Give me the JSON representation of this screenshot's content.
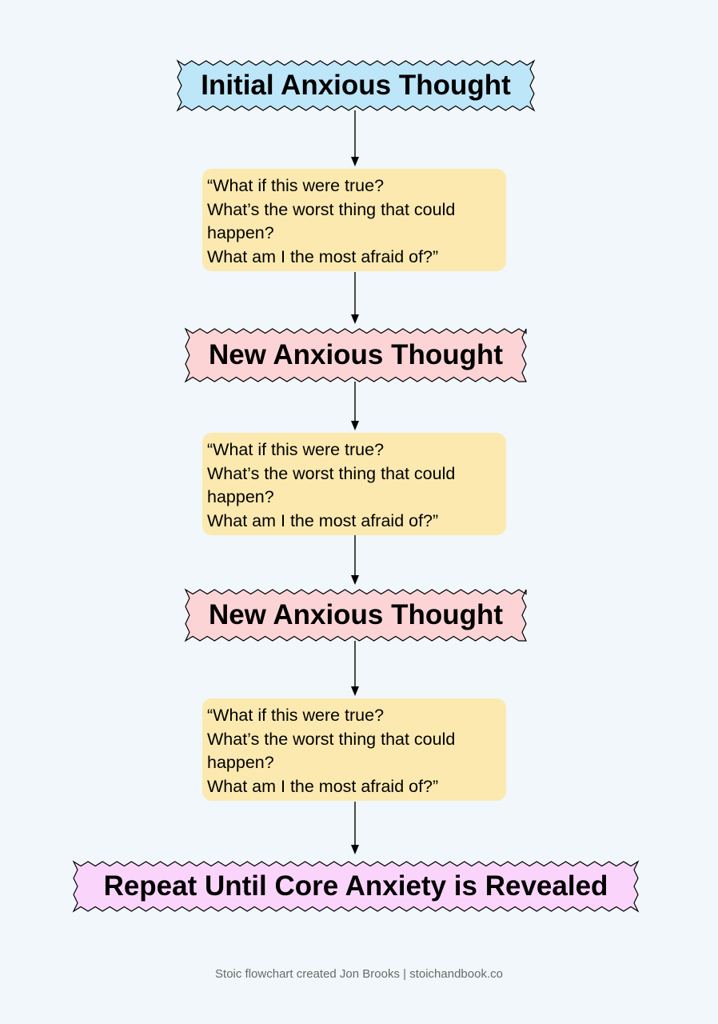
{
  "diagram": {
    "nodes": [
      {
        "id": "initial",
        "kind": "banner",
        "label": "Initial Anxious Thought",
        "fill": "#bde6f8"
      },
      {
        "id": "q1",
        "kind": "question",
        "lines": [
          "“What if this were true?",
          "What’s the worst thing that could",
          "happen?",
          "What am I the most afraid of?”"
        ],
        "fill": "#fbe9b0"
      },
      {
        "id": "new1",
        "kind": "banner",
        "label": "New Anxious Thought",
        "fill": "#fcd4d6"
      },
      {
        "id": "q2",
        "kind": "question",
        "lines": [
          "“What if this were true?",
          "What’s the worst thing that could",
          "happen?",
          "What am I the most afraid of?”"
        ],
        "fill": "#fbe9b0"
      },
      {
        "id": "new2",
        "kind": "banner",
        "label": "New Anxious Thought",
        "fill": "#fcd4d6"
      },
      {
        "id": "q3",
        "kind": "question",
        "lines": [
          "“What if this were true?",
          "What’s the worst thing that could",
          "happen?",
          "What am I the most afraid of?”"
        ],
        "fill": "#fbe9b0"
      },
      {
        "id": "repeat",
        "kind": "banner",
        "label": "Repeat Until Core Anxiety is Revealed",
        "fill": "#fbd4fb"
      }
    ],
    "edges": [
      {
        "from": "initial",
        "to": "q1"
      },
      {
        "from": "q1",
        "to": "new1"
      },
      {
        "from": "new1",
        "to": "q2"
      },
      {
        "from": "q2",
        "to": "new2"
      },
      {
        "from": "new2",
        "to": "q3"
      },
      {
        "from": "q3",
        "to": "repeat"
      }
    ]
  },
  "footer": {
    "credit": "Stoic flowchart created Jon Brooks | stoichandbook.co"
  },
  "colors": {
    "background": "#f1f7fa",
    "stroke": "#000000"
  }
}
